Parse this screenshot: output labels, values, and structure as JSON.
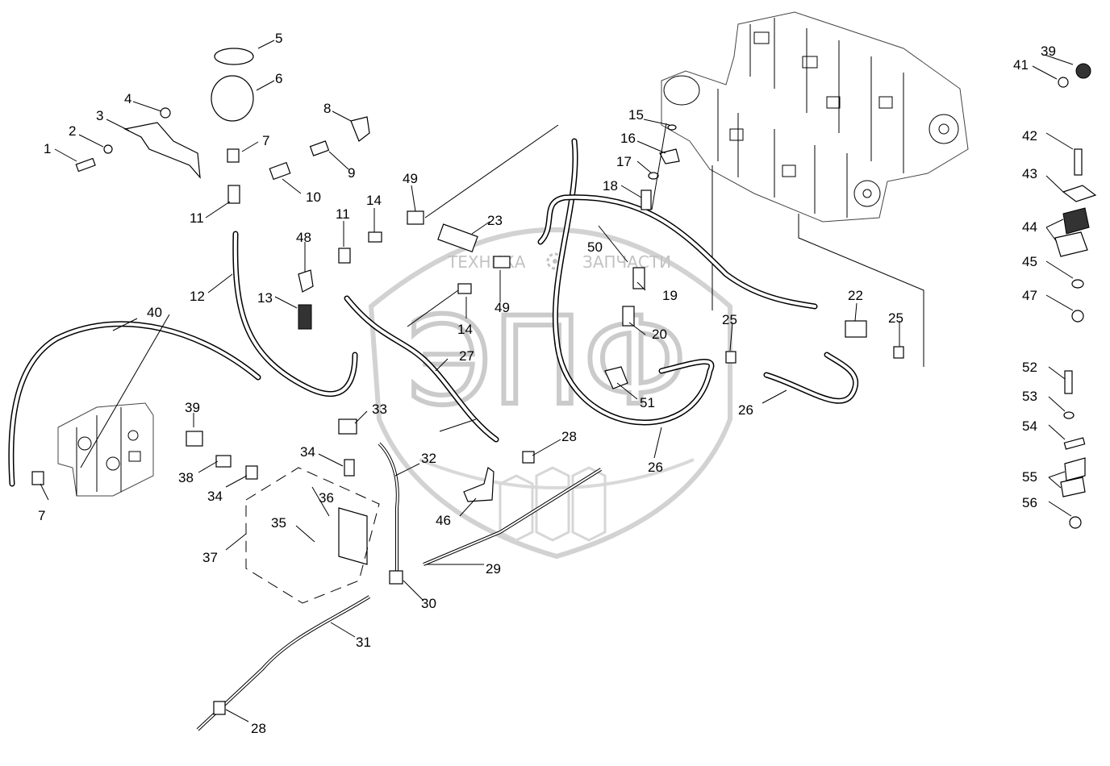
{
  "watermark": {
    "left_text": "ТЕХНИКА",
    "right_text": "ЗАПЧАСТИ",
    "big_text": "ЭПФ"
  },
  "labels": [
    {
      "id": "lbl-1",
      "text": "1"
    },
    {
      "id": "lbl-2",
      "text": "2"
    },
    {
      "id": "lbl-3",
      "text": "3"
    },
    {
      "id": "lbl-4",
      "text": "4"
    },
    {
      "id": "lbl-5",
      "text": "5"
    },
    {
      "id": "lbl-6",
      "text": "6"
    },
    {
      "id": "lbl-7a",
      "text": "7"
    },
    {
      "id": "lbl-7b",
      "text": "7"
    },
    {
      "id": "lbl-8",
      "text": "8"
    },
    {
      "id": "lbl-9",
      "text": "9"
    },
    {
      "id": "lbl-10",
      "text": "10"
    },
    {
      "id": "lbl-11a",
      "text": "11"
    },
    {
      "id": "lbl-11b",
      "text": "11"
    },
    {
      "id": "lbl-12",
      "text": "12"
    },
    {
      "id": "lbl-13",
      "text": "13"
    },
    {
      "id": "lbl-14a",
      "text": "14"
    },
    {
      "id": "lbl-14b",
      "text": "14"
    },
    {
      "id": "lbl-15",
      "text": "15"
    },
    {
      "id": "lbl-16",
      "text": "16"
    },
    {
      "id": "lbl-17",
      "text": "17"
    },
    {
      "id": "lbl-18",
      "text": "18"
    },
    {
      "id": "lbl-19",
      "text": "19"
    },
    {
      "id": "lbl-20",
      "text": "20"
    },
    {
      "id": "lbl-22",
      "text": "22"
    },
    {
      "id": "lbl-23",
      "text": "23"
    },
    {
      "id": "lbl-25a",
      "text": "25"
    },
    {
      "id": "lbl-25b",
      "text": "25"
    },
    {
      "id": "lbl-26a",
      "text": "26"
    },
    {
      "id": "lbl-26b",
      "text": "26"
    },
    {
      "id": "lbl-27",
      "text": "27"
    },
    {
      "id": "lbl-28a",
      "text": "28"
    },
    {
      "id": "lbl-28b",
      "text": "28"
    },
    {
      "id": "lbl-29",
      "text": "29"
    },
    {
      "id": "lbl-30",
      "text": "30"
    },
    {
      "id": "lbl-31",
      "text": "31"
    },
    {
      "id": "lbl-32",
      "text": "32"
    },
    {
      "id": "lbl-33",
      "text": "33"
    },
    {
      "id": "lbl-34a",
      "text": "34"
    },
    {
      "id": "lbl-34b",
      "text": "34"
    },
    {
      "id": "lbl-35",
      "text": "35"
    },
    {
      "id": "lbl-36",
      "text": "36"
    },
    {
      "id": "lbl-37",
      "text": "37"
    },
    {
      "id": "lbl-38",
      "text": "38"
    },
    {
      "id": "lbl-39a",
      "text": "39"
    },
    {
      "id": "lbl-39b",
      "text": "39"
    },
    {
      "id": "lbl-40",
      "text": "40"
    },
    {
      "id": "lbl-41",
      "text": "41"
    },
    {
      "id": "lbl-42",
      "text": "42"
    },
    {
      "id": "lbl-43",
      "text": "43"
    },
    {
      "id": "lbl-44",
      "text": "44"
    },
    {
      "id": "lbl-45",
      "text": "45"
    },
    {
      "id": "lbl-46",
      "text": "46"
    },
    {
      "id": "lbl-47",
      "text": "47"
    },
    {
      "id": "lbl-49a",
      "text": "49"
    },
    {
      "id": "lbl-49b",
      "text": "49"
    },
    {
      "id": "lbl-48",
      "text": "48"
    },
    {
      "id": "lbl-50",
      "text": "50"
    },
    {
      "id": "lbl-51",
      "text": "51"
    },
    {
      "id": "lbl-52",
      "text": "52"
    },
    {
      "id": "lbl-53",
      "text": "53"
    },
    {
      "id": "lbl-54",
      "text": "54"
    },
    {
      "id": "lbl-55",
      "text": "55"
    },
    {
      "id": "lbl-56",
      "text": "56"
    }
  ]
}
